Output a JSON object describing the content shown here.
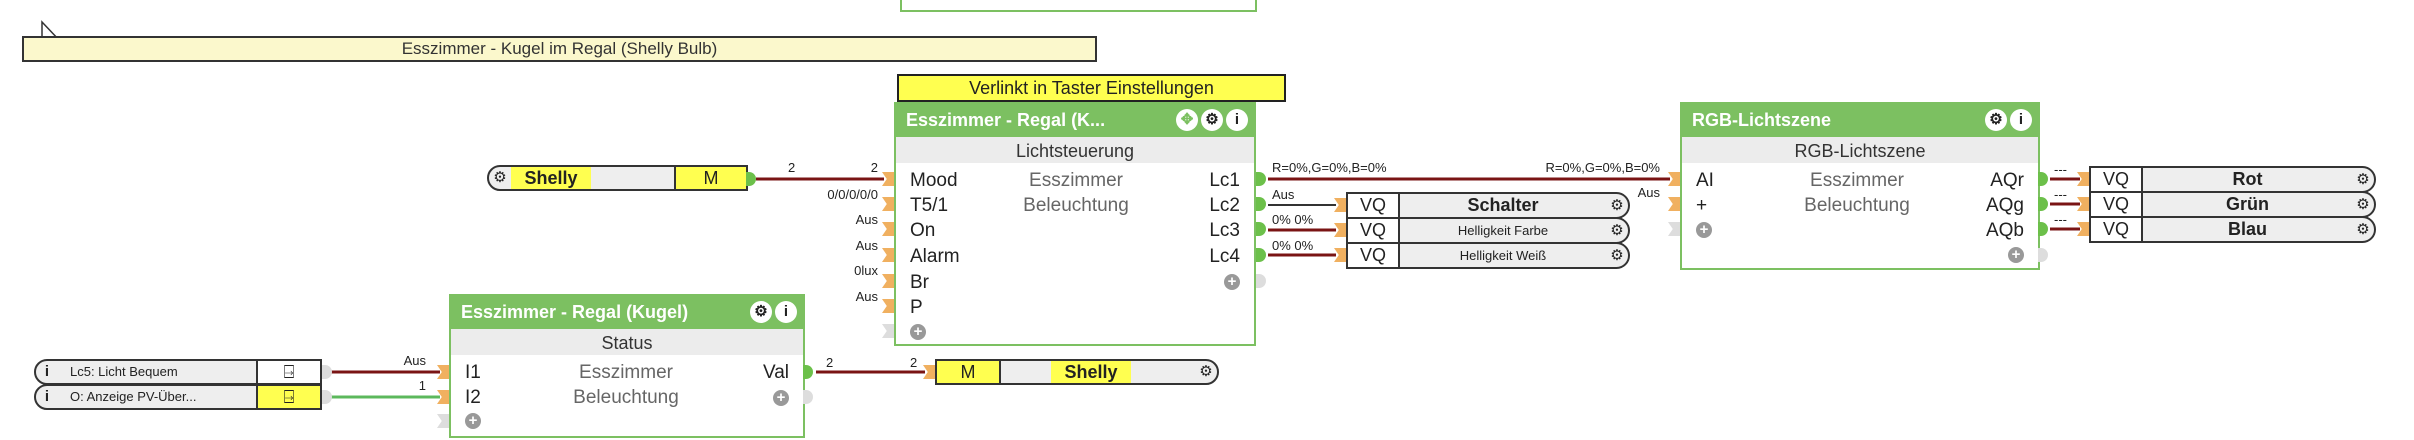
{
  "comment": "Esszimmer - Kugel im Regal (Shelly Bulb)",
  "link_label": "Verlinkt in Taster Einstellungen",
  "licht": {
    "title": "Esszimmer - Regal (K...",
    "subtitle": "Lichtsteuerung",
    "desc": [
      "Esszimmer",
      "Beleuchtung"
    ],
    "inputs": [
      "Mood",
      "T5/1",
      "On",
      "Alarm",
      "Br",
      "P"
    ],
    "input_values": [
      "2",
      "0/0/0/0/0",
      "Aus",
      "Aus",
      "0lux",
      "Aus"
    ],
    "outputs": [
      "Lc1",
      "Lc2",
      "Lc3",
      "Lc4"
    ],
    "output_values": [
      "R=0%,G=0%,B=0%",
      "Aus",
      "0%  0%",
      "0%  0%"
    ]
  },
  "rgb": {
    "title": "RGB-Lichtszene",
    "subtitle": "RGB-Lichtszene",
    "desc": [
      "Esszimmer",
      "Beleuchtung"
    ],
    "inputs": [
      "AI",
      "+"
    ],
    "input_values": [
      "R=0%,G=0%,B=0%",
      "Aus"
    ],
    "outputs": [
      "AQr",
      "AQg",
      "AQb"
    ],
    "output_values": [
      "---",
      "---",
      "---"
    ]
  },
  "kugel": {
    "title": "Esszimmer - Regal (Kugel)",
    "subtitle": "Status",
    "desc": [
      "Esszimmer",
      "Beleuchtung"
    ],
    "inputs": [
      "I1",
      "I2"
    ],
    "input_values": [
      "Aus",
      "1"
    ],
    "outputs": [
      "Val"
    ],
    "output_values": [
      "2"
    ]
  },
  "shelly_in": {
    "name": "Shelly",
    "mode": "M",
    "value": "2"
  },
  "shelly_out": {
    "name": "Shelly",
    "mode": "M",
    "value": "2"
  },
  "vq_left": [
    {
      "type": "VQ",
      "name": "Schalter"
    },
    {
      "type": "VQ",
      "name": "Helligkeit Farbe"
    },
    {
      "type": "VQ",
      "name": "Helligkeit Weiß"
    }
  ],
  "vq_right": [
    {
      "type": "VQ",
      "name": "Rot"
    },
    {
      "type": "VQ",
      "name": "Grün"
    },
    {
      "type": "VQ",
      "name": "Blau"
    }
  ],
  "left_inputs": [
    {
      "name": "Lc5: Licht Bequem"
    },
    {
      "name": "O: Anzeige PV-Über..."
    }
  ],
  "colors": {
    "green": "#7cc061",
    "wire_red": "#7a1414",
    "wire_green": "#5cb85c"
  }
}
